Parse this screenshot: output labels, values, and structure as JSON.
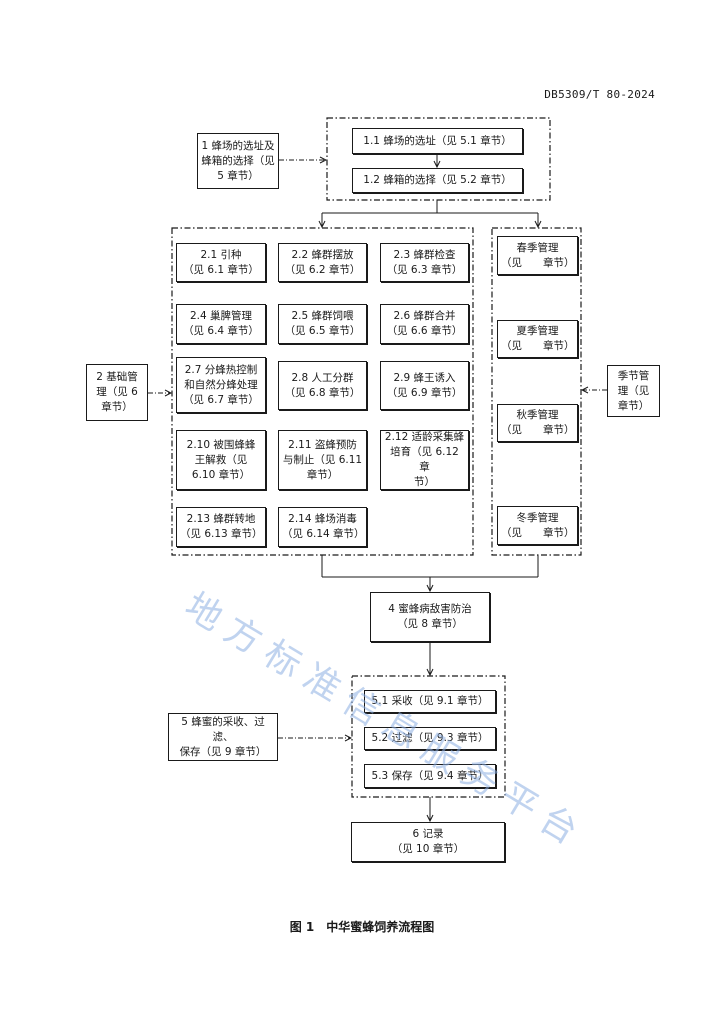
{
  "header": {
    "doc_code": "DB5309/T 80-2024"
  },
  "section1": {
    "side": "1 蜂场的选址及\n蜂箱的选择（见\n5 章节）",
    "step_1_1": "1.1 蜂场的选址（见 5.1 章节）",
    "step_1_2": "1.2 蜂箱的选择（见 5.2 章节）"
  },
  "section2": {
    "side": "2 基础管\n理（见 6\n章节）",
    "steps": [
      "2.1 引种\n（见 6.1 章节）",
      "2.2 蜂群摆放\n（见 6.2 章节）",
      "2.3 蜂群检查\n（见 6.3 章节）",
      "2.4 巢脾管理\n（见 6.4 章节）",
      "2.5 蜂群饲喂\n（见 6.5 章节）",
      "2.6 蜂群合并\n（见 6.6 章节）",
      "2.7 分蜂热控制\n和自然分蜂处理\n（见 6.7 章节）",
      "2.8 人工分群\n（见 6.8 章节）",
      "2.9 蜂王诱入\n（见 6.9 章节）",
      "2.10 被围蜂蜂\n王解救（见\n6.10 章节）",
      "2.11 盗蜂预防\n与制止（见 6.11\n章节）",
      "2.12 适龄采集蜂\n培育（见 6.12 章\n节）",
      "2.13 蜂群转地\n（见 6.13 章节）",
      "2.14 蜂场消毒\n（见 6.14 章节）"
    ]
  },
  "seasons": {
    "side": "季节管\n理（见\n章节）",
    "items": [
      "春季管理\n（见　　章节）",
      "夏季管理\n（见　　章节）",
      "秋季管理\n（见　　章节）",
      "冬季管理\n（见　　章节）"
    ]
  },
  "section4": {
    "box": "4 蜜蜂病敌害防治\n（见 8 章节）"
  },
  "section5": {
    "side": "5 蜂蜜的采收、过滤、\n保存（见 9 章节）",
    "steps": [
      "5.1 采收（见 9.1 章节）",
      "5.2 过滤（见 9.3 章节）",
      "5.3 保存（见 9.4 章节）"
    ]
  },
  "section6": {
    "box": "6 记录\n（见 10 章节）"
  },
  "caption": "图 1　中华蜜蜂饲养流程图",
  "watermark": "地方标准信息服务平台"
}
